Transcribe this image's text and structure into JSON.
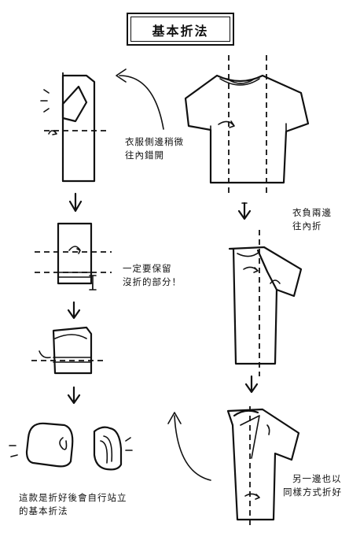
{
  "title": "基本折法",
  "notes": {
    "fold_sides_slightly": [
      "衣服側邊稍微",
      "往內錯開"
    ],
    "fold_both_sides": [
      "衣負兩邊",
      "往內折"
    ],
    "keep_unfolded": [
      "一定要保留",
      "沒折的部分！"
    ],
    "other_side_same": [
      "另一邊也以",
      "同樣方式折好"
    ],
    "result": [
      "這款是折好後會自行站立",
      "的基本折法"
    ]
  },
  "marks": {
    "height_marker": "I"
  }
}
